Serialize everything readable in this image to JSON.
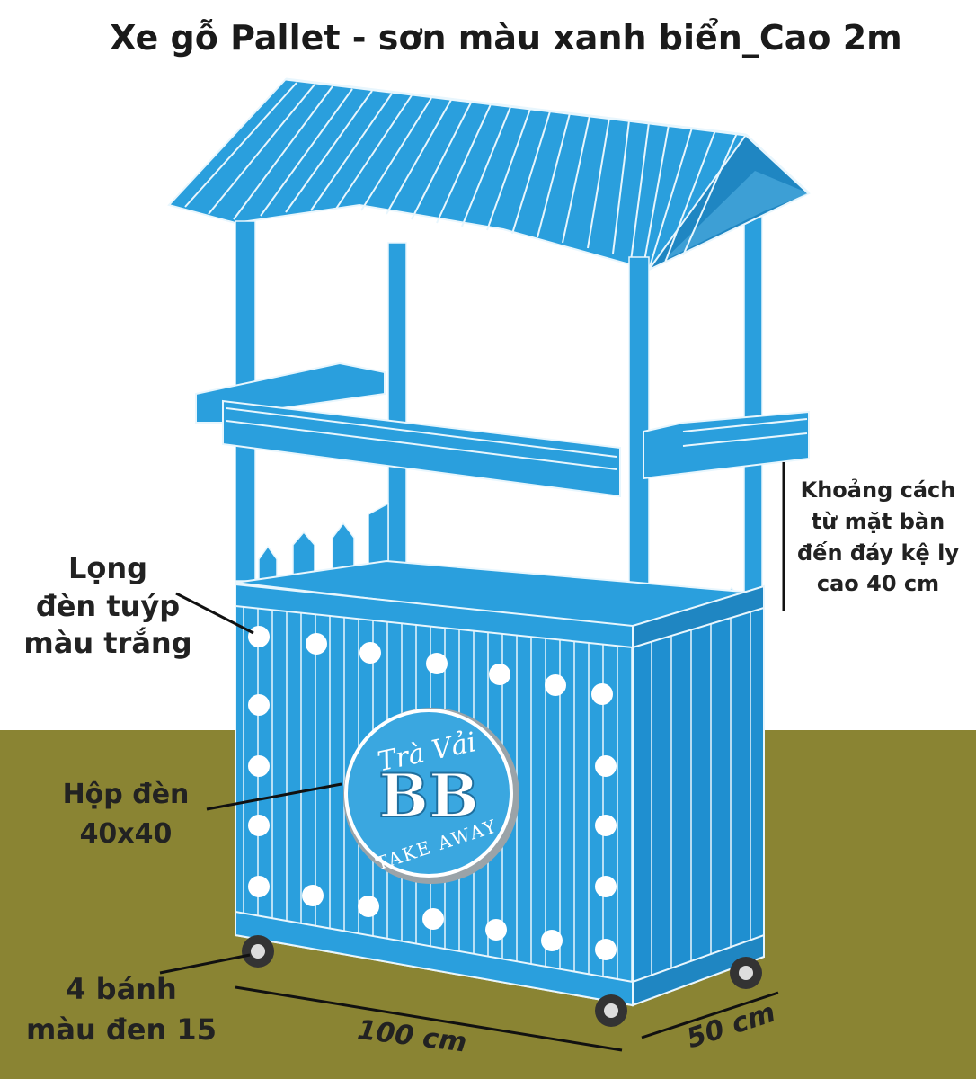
{
  "title": "Xe gỗ Pallet - sơn màu xanh biển_Cao 2m",
  "annotations": {
    "counter_to_shelf": [
      "Khoảng cách",
      "từ mặt bàn",
      "đến đáy kệ ly",
      "cao 40 cm"
    ],
    "tube_light": [
      "Lọng",
      "đèn tuýp",
      "màu trắng"
    ],
    "light_box": [
      "Hộp đèn",
      "40x40"
    ],
    "wheels": [
      "4 bánh",
      "màu đen 15"
    ]
  },
  "dimensions": {
    "length": "100 cm",
    "depth": "50 cm"
  },
  "logo": {
    "top": "Trà Vải",
    "center": "BB",
    "bottom": "TAKE AWAY"
  },
  "colors": {
    "cart": "#2a9fdd",
    "cart_dark": "#1f86c2",
    "lines": "#e8f6fd",
    "ground": "#8a8433",
    "background": "#ffffff",
    "text": "#222222",
    "wheel": "#333333"
  }
}
